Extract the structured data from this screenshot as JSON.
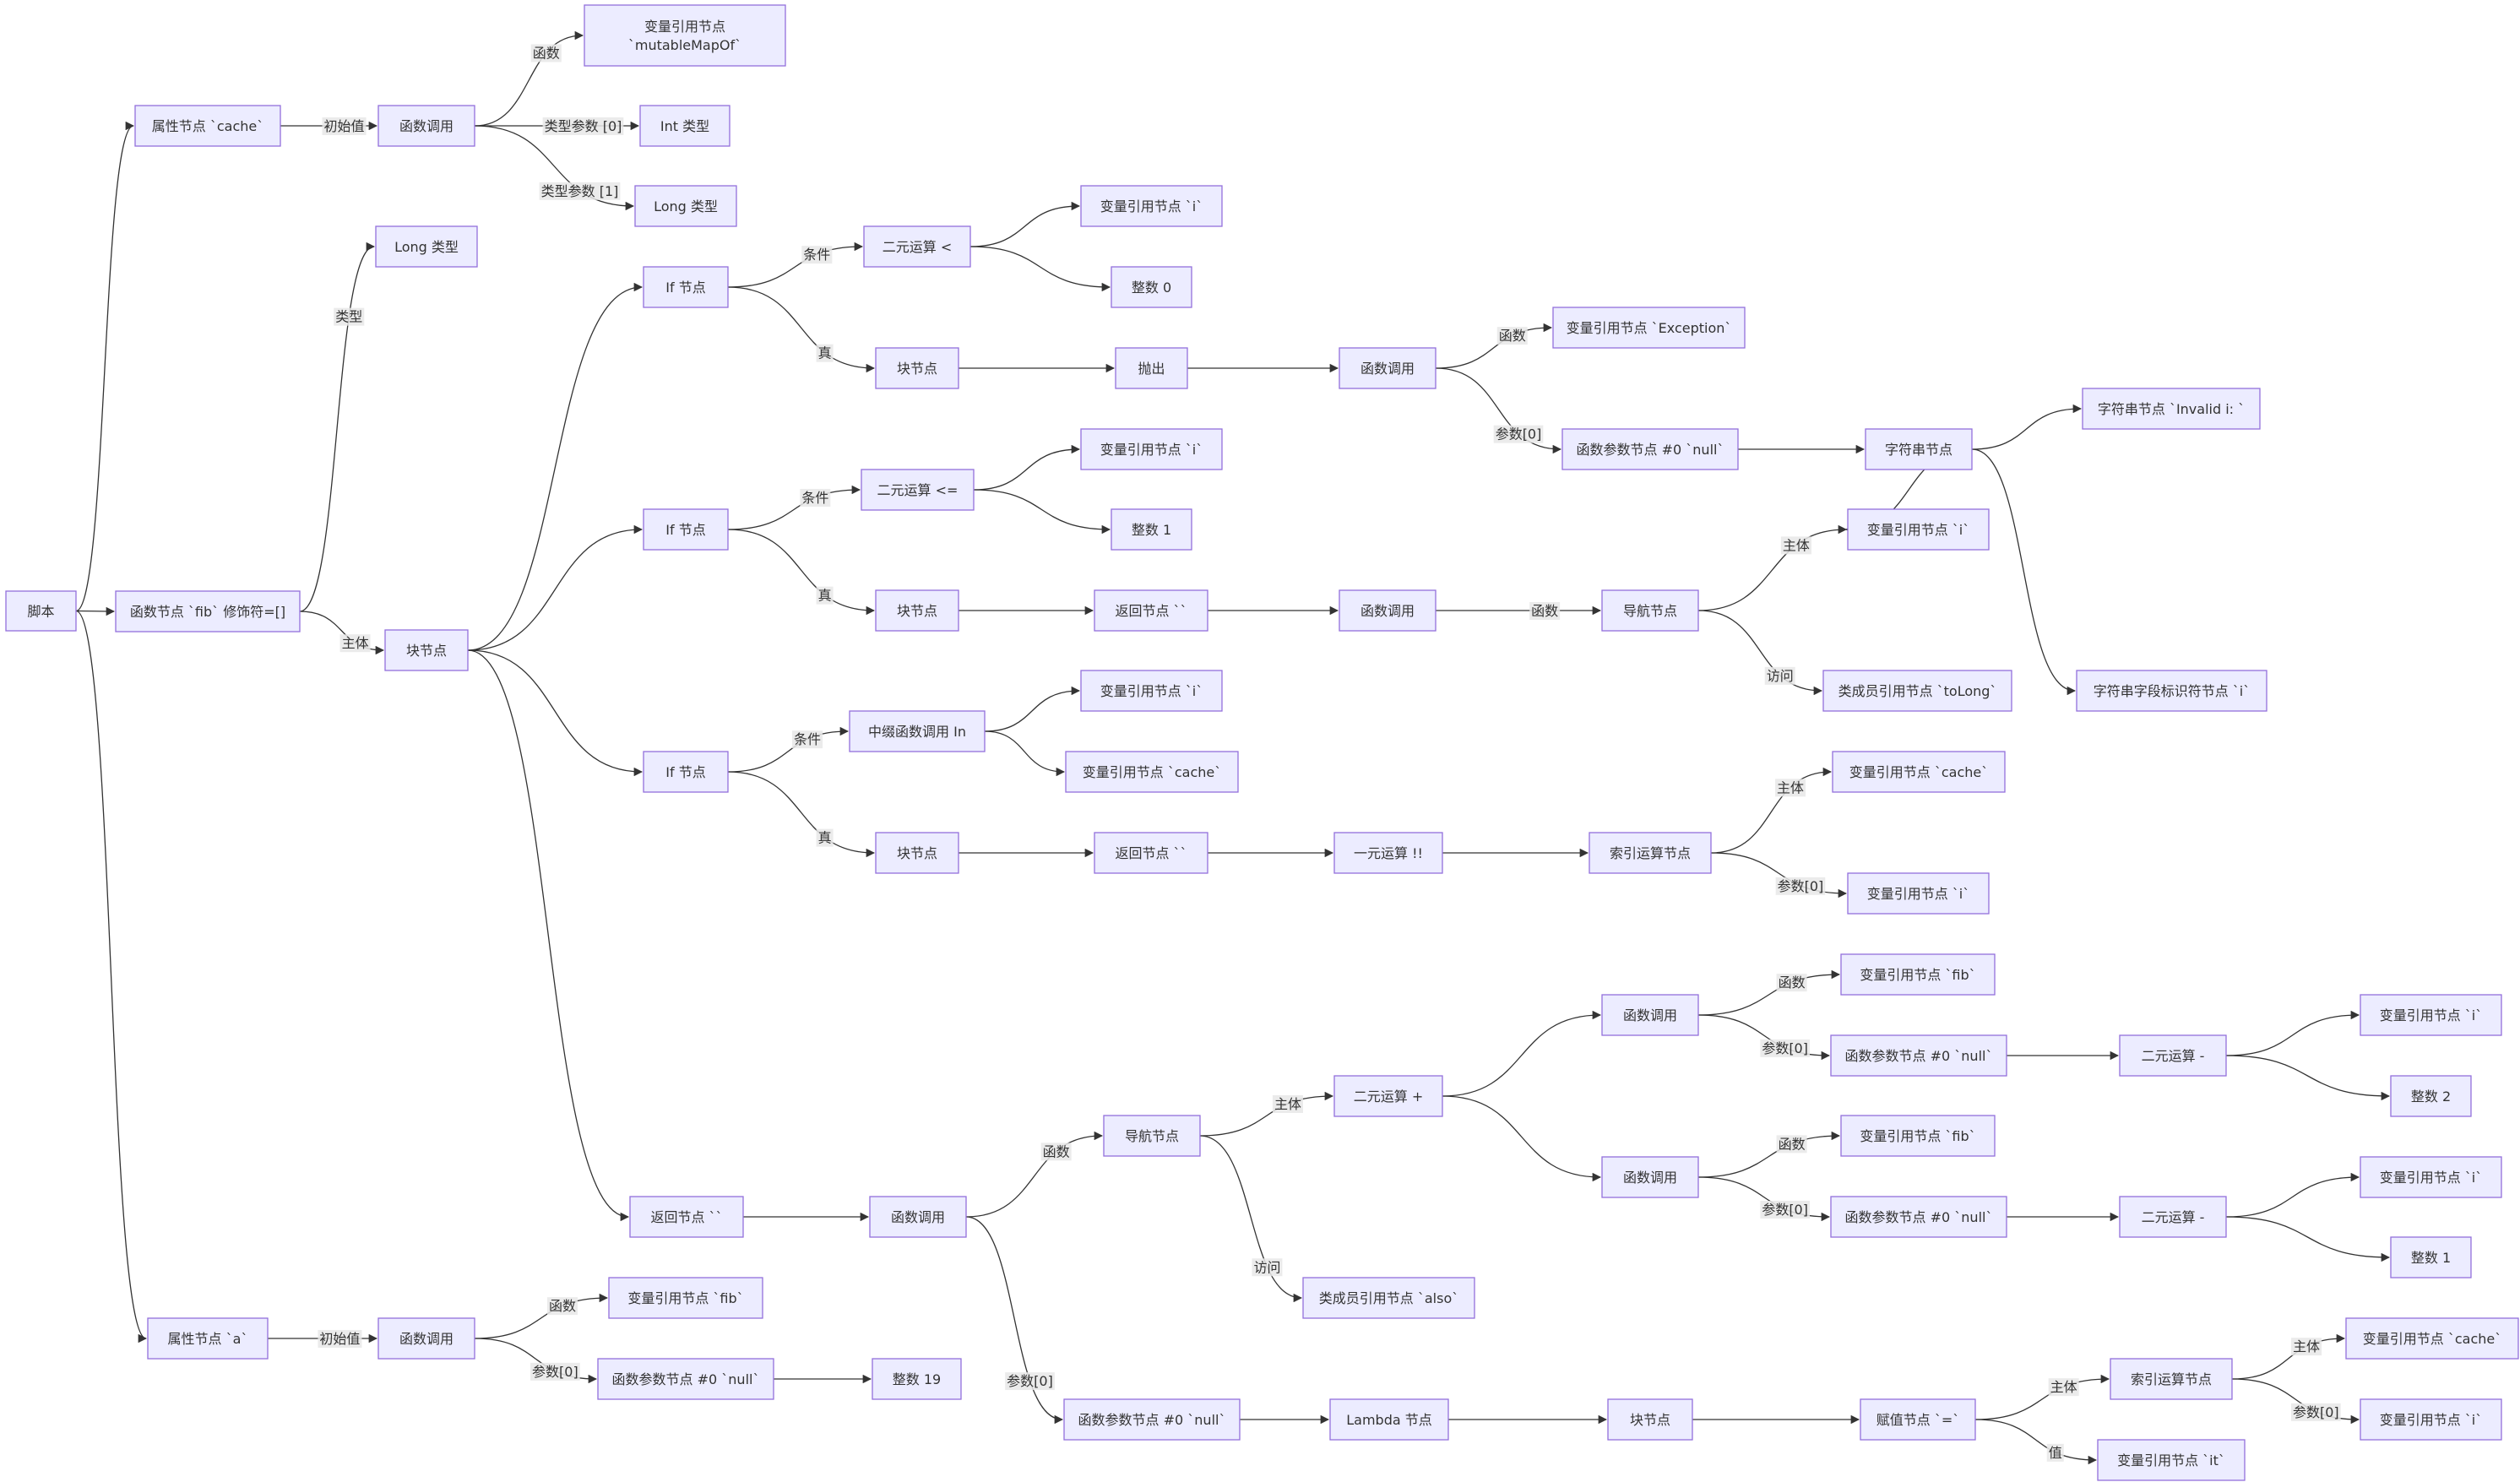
{
  "diagram": {
    "type": "flowchart-lr",
    "nodes": [
      {
        "id": "root",
        "label": "脚本"
      },
      {
        "id": "p_cache",
        "label": "属性节点 `cache`"
      },
      {
        "id": "call1",
        "label": "函数调用"
      },
      {
        "id": "v_mmo",
        "label": "变量引用节点 `mutableMapOf`"
      },
      {
        "id": "t_int",
        "label": "Int 类型"
      },
      {
        "id": "t_long1",
        "label": "Long 类型"
      },
      {
        "id": "fn_fib",
        "label": "函数节点 `fib` 修饰符=[]"
      },
      {
        "id": "t_long2",
        "label": "Long 类型"
      },
      {
        "id": "block1",
        "label": "块节点"
      },
      {
        "id": "if1",
        "label": "If 节点"
      },
      {
        "id": "bin_lt",
        "label": "二元运算 <"
      },
      {
        "id": "v_i1",
        "label": "变量引用节点 `i`"
      },
      {
        "id": "int0",
        "label": "整数 0"
      },
      {
        "id": "blk_if1",
        "label": "块节点"
      },
      {
        "id": "throw",
        "label": "抛出"
      },
      {
        "id": "call_exc",
        "label": "函数调用"
      },
      {
        "id": "v_exc",
        "label": "变量引用节点 `Exception`"
      },
      {
        "id": "arg_exc",
        "label": "函数参数节点 #0 `null`"
      },
      {
        "id": "str",
        "label": "字符串节点"
      },
      {
        "id": "str_lit",
        "label": "字符串节点 `Invalid i: `"
      },
      {
        "id": "v_i_str",
        "label": "变量引用节点 `i`"
      },
      {
        "id": "str_id",
        "label": "字符串字段标识符节点 `i`"
      },
      {
        "id": "if2",
        "label": "If 节点"
      },
      {
        "id": "bin_le",
        "label": "二元运算 <="
      },
      {
        "id": "v_i2",
        "label": "变量引用节点 `i`"
      },
      {
        "id": "int1a",
        "label": "整数 1"
      },
      {
        "id": "blk_if2",
        "label": "块节点"
      },
      {
        "id": "ret2",
        "label": "返回节点 ``"
      },
      {
        "id": "call_tl",
        "label": "函数调用"
      },
      {
        "id": "nav_tl",
        "label": "导航节点"
      },
      {
        "id": "m_tolong",
        "label": "类成员引用节点 `toLong`"
      },
      {
        "id": "if3",
        "label": "If 节点"
      },
      {
        "id": "infix_in",
        "label": "中缀函数调用 In"
      },
      {
        "id": "v_i3",
        "label": "变量引用节点 `i`"
      },
      {
        "id": "v_cache1",
        "label": "变量引用节点 `cache`"
      },
      {
        "id": "blk_if3",
        "label": "块节点"
      },
      {
        "id": "ret3",
        "label": "返回节点 ``"
      },
      {
        "id": "unary",
        "label": "一元运算 !!"
      },
      {
        "id": "idx1",
        "label": "索引运算节点"
      },
      {
        "id": "v_cache2",
        "label": "变量引用节点 `cache`"
      },
      {
        "id": "v_i4",
        "label": "变量引用节点 `i`"
      },
      {
        "id": "ret_main",
        "label": "返回节点 ``"
      },
      {
        "id": "call_also",
        "label": "函数调用"
      },
      {
        "id": "nav_also",
        "label": "导航节点"
      },
      {
        "id": "m_also",
        "label": "类成员引用节点 `also`"
      },
      {
        "id": "bin_plus",
        "label": "二元运算 +"
      },
      {
        "id": "call_f1",
        "label": "函数调用"
      },
      {
        "id": "v_fib1",
        "label": "变量引用节点 `fib`"
      },
      {
        "id": "arg_f1",
        "label": "函数参数节点 #0 `null`"
      },
      {
        "id": "bin_m2",
        "label": "二元运算 -"
      },
      {
        "id": "v_i5",
        "label": "变量引用节点 `i`"
      },
      {
        "id": "int2",
        "label": "整数 2"
      },
      {
        "id": "call_f2",
        "label": "函数调用"
      },
      {
        "id": "v_fib2",
        "label": "变量引用节点 `fib`"
      },
      {
        "id": "arg_f2",
        "label": "函数参数节点 #0 `null`"
      },
      {
        "id": "bin_m1",
        "label": "二元运算 -"
      },
      {
        "id": "v_i6",
        "label": "变量引用节点 `i`"
      },
      {
        "id": "int1b",
        "label": "整数 1"
      },
      {
        "id": "arg_lam",
        "label": "函数参数节点 #0 `null`"
      },
      {
        "id": "lambda",
        "label": "Lambda 节点"
      },
      {
        "id": "blk_lam",
        "label": "块节点"
      },
      {
        "id": "assign",
        "label": "赋值节点 `=`"
      },
      {
        "id": "idx2",
        "label": "索引运算节点"
      },
      {
        "id": "v_cache3",
        "label": "变量引用节点 `cache`"
      },
      {
        "id": "v_i7",
        "label": "变量引用节点 `i`"
      },
      {
        "id": "v_it",
        "label": "变量引用节点 `it`"
      },
      {
        "id": "p_a",
        "label": "属性节点 `a`"
      },
      {
        "id": "call_a",
        "label": "函数调用"
      },
      {
        "id": "v_fib3",
        "label": "变量引用节点 `fib`"
      },
      {
        "id": "arg_a",
        "label": "函数参数节点 #0 `null`"
      },
      {
        "id": "int19",
        "label": "整数 19"
      }
    ],
    "edges": [
      {
        "from": "root",
        "to": "p_cache",
        "label": ""
      },
      {
        "from": "root",
        "to": "fn_fib",
        "label": ""
      },
      {
        "from": "root",
        "to": "p_a",
        "label": ""
      },
      {
        "from": "p_cache",
        "to": "call1",
        "label": "初始值"
      },
      {
        "from": "call1",
        "to": "v_mmo",
        "label": "函数"
      },
      {
        "from": "call1",
        "to": "t_int",
        "label": "类型参数 [0]"
      },
      {
        "from": "call1",
        "to": "t_long1",
        "label": "类型参数 [1]"
      },
      {
        "from": "fn_fib",
        "to": "t_long2",
        "label": "类型"
      },
      {
        "from": "fn_fib",
        "to": "block1",
        "label": "主体"
      },
      {
        "from": "block1",
        "to": "if1",
        "label": ""
      },
      {
        "from": "block1",
        "to": "if2",
        "label": ""
      },
      {
        "from": "block1",
        "to": "if3",
        "label": ""
      },
      {
        "from": "block1",
        "to": "ret_main",
        "label": ""
      },
      {
        "from": "if1",
        "to": "bin_lt",
        "label": "条件"
      },
      {
        "from": "bin_lt",
        "to": "v_i1",
        "label": ""
      },
      {
        "from": "bin_lt",
        "to": "int0",
        "label": ""
      },
      {
        "from": "if1",
        "to": "blk_if1",
        "label": "真"
      },
      {
        "from": "blk_if1",
        "to": "throw",
        "label": ""
      },
      {
        "from": "throw",
        "to": "call_exc",
        "label": ""
      },
      {
        "from": "call_exc",
        "to": "v_exc",
        "label": "函数"
      },
      {
        "from": "call_exc",
        "to": "arg_exc",
        "label": "参数[0]"
      },
      {
        "from": "arg_exc",
        "to": "str",
        "label": ""
      },
      {
        "from": "str",
        "to": "str_lit",
        "label": ""
      },
      {
        "from": "str",
        "to": "v_i_str",
        "label": ""
      },
      {
        "from": "str",
        "to": "str_id",
        "label": ""
      },
      {
        "from": "if2",
        "to": "bin_le",
        "label": "条件"
      },
      {
        "from": "bin_le",
        "to": "v_i2",
        "label": ""
      },
      {
        "from": "bin_le",
        "to": "int1a",
        "label": ""
      },
      {
        "from": "if2",
        "to": "blk_if2",
        "label": "真"
      },
      {
        "from": "blk_if2",
        "to": "ret2",
        "label": ""
      },
      {
        "from": "ret2",
        "to": "call_tl",
        "label": ""
      },
      {
        "from": "call_tl",
        "to": "nav_tl",
        "label": "函数"
      },
      {
        "from": "nav_tl",
        "to": "v_i_str",
        "label": "主体"
      },
      {
        "from": "nav_tl",
        "to": "m_tolong",
        "label": "访问"
      },
      {
        "from": "if3",
        "to": "infix_in",
        "label": "条件"
      },
      {
        "from": "infix_in",
        "to": "v_i3",
        "label": ""
      },
      {
        "from": "infix_in",
        "to": "v_cache1",
        "label": ""
      },
      {
        "from": "if3",
        "to": "blk_if3",
        "label": "真"
      },
      {
        "from": "blk_if3",
        "to": "ret3",
        "label": ""
      },
      {
        "from": "ret3",
        "to": "unary",
        "label": ""
      },
      {
        "from": "unary",
        "to": "idx1",
        "label": ""
      },
      {
        "from": "idx1",
        "to": "v_cache2",
        "label": "主体"
      },
      {
        "from": "idx1",
        "to": "v_i4",
        "label": "参数[0]"
      },
      {
        "from": "ret_main",
        "to": "call_also",
        "label": ""
      },
      {
        "from": "call_also",
        "to": "nav_also",
        "label": "函数"
      },
      {
        "from": "nav_also",
        "to": "bin_plus",
        "label": "主体"
      },
      {
        "from": "nav_also",
        "to": "m_also",
        "label": "访问"
      },
      {
        "from": "bin_plus",
        "to": "call_f1",
        "label": ""
      },
      {
        "from": "bin_plus",
        "to": "call_f2",
        "label": ""
      },
      {
        "from": "call_f1",
        "to": "v_fib1",
        "label": "函数"
      },
      {
        "from": "call_f1",
        "to": "arg_f1",
        "label": "参数[0]"
      },
      {
        "from": "arg_f1",
        "to": "bin_m2",
        "label": ""
      },
      {
        "from": "bin_m2",
        "to": "v_i5",
        "label": ""
      },
      {
        "from": "bin_m2",
        "to": "int2",
        "label": ""
      },
      {
        "from": "call_f2",
        "to": "v_fib2",
        "label": "函数"
      },
      {
        "from": "call_f2",
        "to": "arg_f2",
        "label": "参数[0]"
      },
      {
        "from": "arg_f2",
        "to": "bin_m1",
        "label": ""
      },
      {
        "from": "bin_m1",
        "to": "v_i6",
        "label": ""
      },
      {
        "from": "bin_m1",
        "to": "int1b",
        "label": ""
      },
      {
        "from": "call_also",
        "to": "arg_lam",
        "label": "参数[0]"
      },
      {
        "from": "arg_lam",
        "to": "lambda",
        "label": ""
      },
      {
        "from": "lambda",
        "to": "blk_lam",
        "label": ""
      },
      {
        "from": "blk_lam",
        "to": "assign",
        "label": ""
      },
      {
        "from": "assign",
        "to": "idx2",
        "label": "主体"
      },
      {
        "from": "assign",
        "to": "v_it",
        "label": "值"
      },
      {
        "from": "idx2",
        "to": "v_cache3",
        "label": "主体"
      },
      {
        "from": "idx2",
        "to": "v_i7",
        "label": "参数[0]"
      },
      {
        "from": "p_a",
        "to": "call_a",
        "label": "初始值"
      },
      {
        "from": "call_a",
        "to": "v_fib3",
        "label": "函数"
      },
      {
        "from": "call_a",
        "to": "arg_a",
        "label": "参数[0]"
      },
      {
        "from": "arg_a",
        "to": "int19",
        "label": ""
      }
    ]
  }
}
